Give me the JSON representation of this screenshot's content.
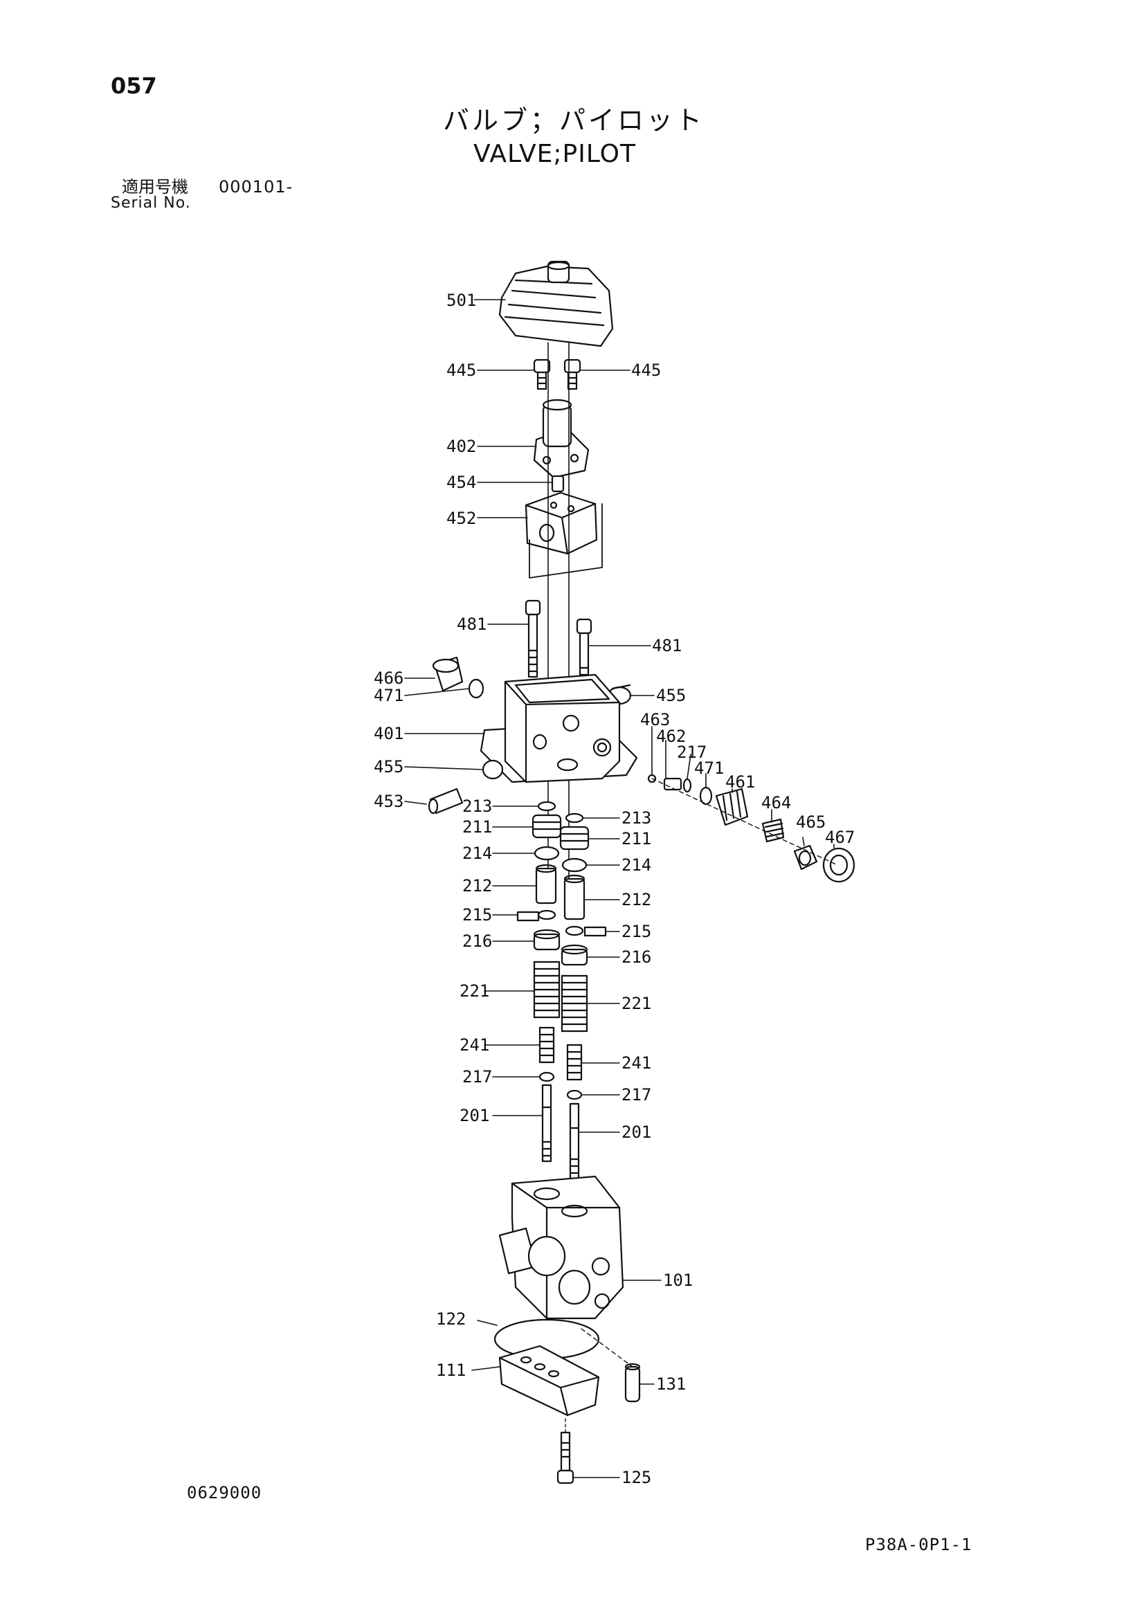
{
  "header": {
    "page_number": "057",
    "title_jp": "バルブ；パイロット",
    "title_en": "VALVE;PILOT",
    "serial_label_jp": "適用号機",
    "serial_value": "000101-",
    "serial_label_en": "Serial No."
  },
  "footer": {
    "drawing_code": "0629000",
    "sheet_code": "P38A-0P1-1"
  },
  "parts": {
    "p501": "501",
    "p445a": "445",
    "p445b": "445",
    "p402": "402",
    "p454": "454",
    "p452": "452",
    "p481a": "481",
    "p481b": "481",
    "p466": "466",
    "p471a": "471",
    "p455a": "455",
    "p401": "401",
    "p463": "463",
    "p462": "462",
    "p217c": "217",
    "p471b": "471",
    "p461": "461",
    "p455b": "455",
    "p464": "464",
    "p465": "465",
    "p467": "467",
    "p453": "453",
    "p213a": "213",
    "p213b": "213",
    "p211a": "211",
    "p211b": "211",
    "p214a": "214",
    "p214b": "214",
    "p212a": "212",
    "p212b": "212",
    "p215a": "215",
    "p215b": "215",
    "p216a": "216",
    "p216b": "216",
    "p221a": "221",
    "p221b": "221",
    "p241a": "241",
    "p241b": "241",
    "p217a": "217",
    "p217b": "217",
    "p201a": "201",
    "p201b": "201",
    "p101": "101",
    "p122": "122",
    "p111": "111",
    "p131": "131",
    "p125": "125"
  }
}
